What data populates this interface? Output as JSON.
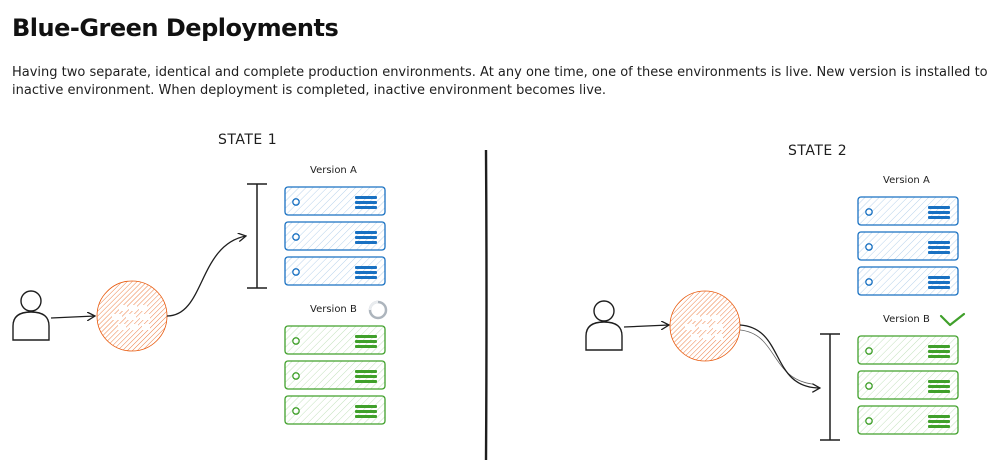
{
  "title": "Blue-Green Deployments",
  "description": "Having two separate, identical and complete production environments. At any one time, one of these environments is live. New version is installed to inactive environment. When deployment is completed, inactive environment becomes live.",
  "states": [
    {
      "label": "STATE 1",
      "version_a_label": "Version A",
      "version_b_label": "Version B",
      "live": "Version A",
      "version_b_status": "loading-spinner-icon"
    },
    {
      "label": "STATE 2",
      "version_a_label": "Version A",
      "version_b_label": "Version B",
      "live": "Version B",
      "version_b_status": "checkmark-icon"
    }
  ],
  "colors": {
    "version_a": "#1971c2",
    "version_b": "#2f9e44",
    "version_b_alt": "#40a02b",
    "router": "#e8590c",
    "stroke": "#1e1e1e",
    "spinner": "#adb5bd"
  },
  "icons": [
    "user-icon",
    "router-icon",
    "server-icon",
    "loading-spinner-icon",
    "checkmark-icon"
  ]
}
